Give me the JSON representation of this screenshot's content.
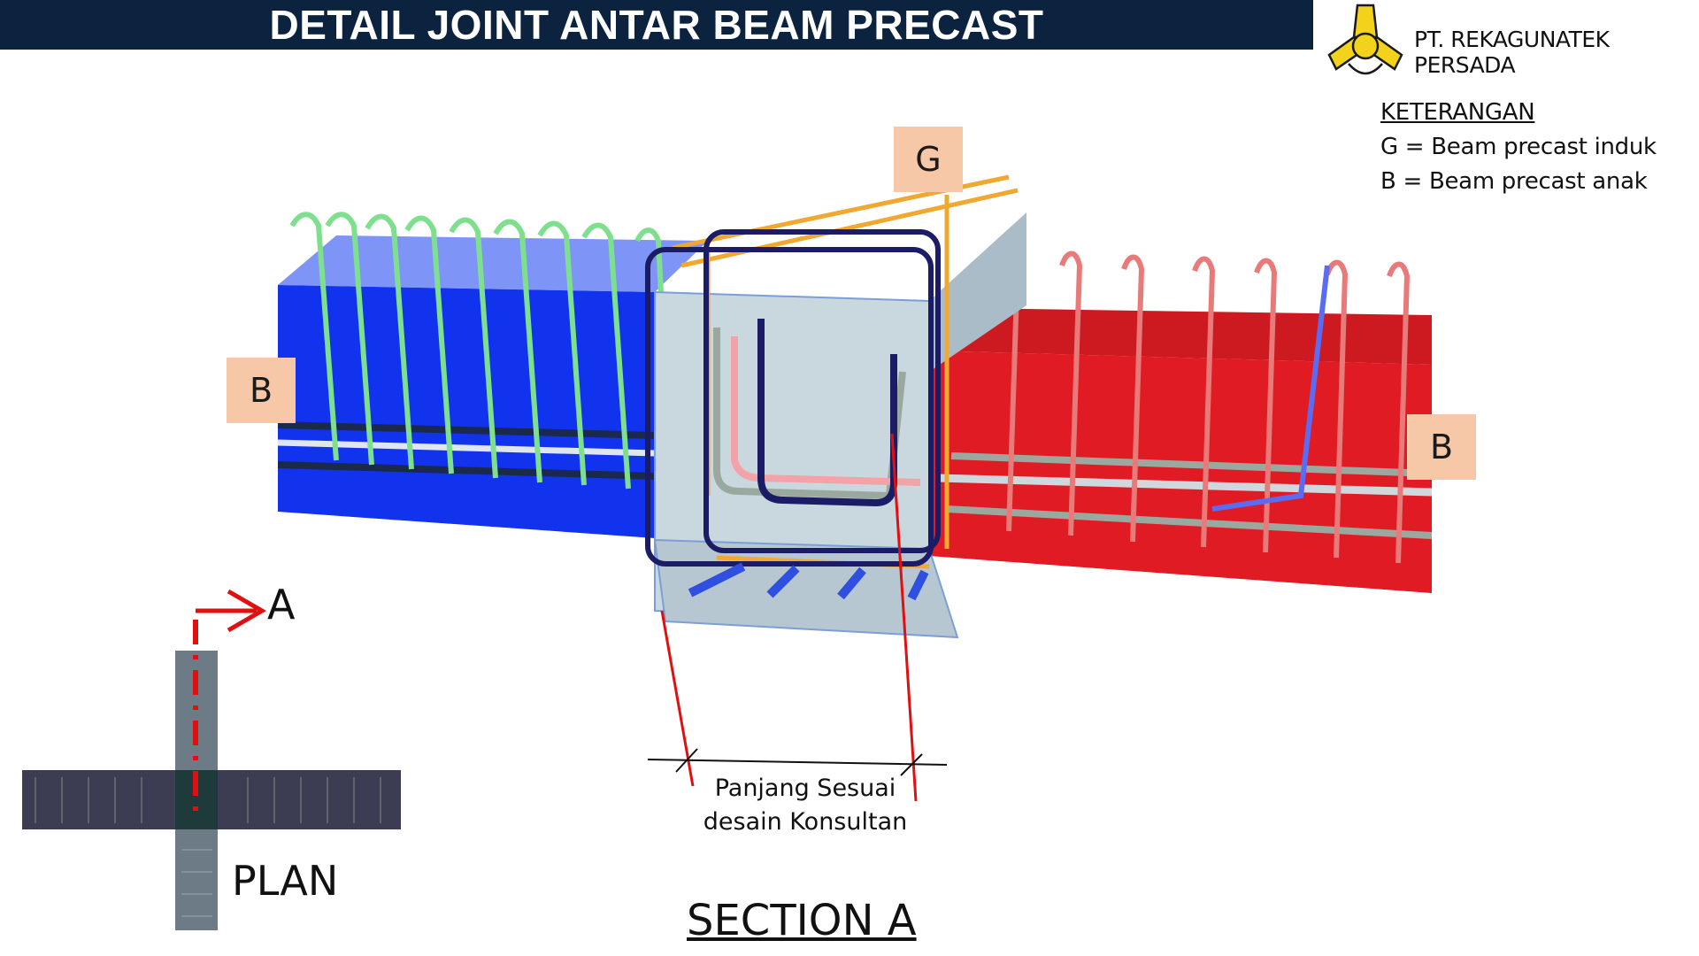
{
  "header": {
    "title": "DETAIL JOINT ANTAR BEAM PRECAST"
  },
  "company": {
    "name": "PT. REKAGUNATEK PERSADA",
    "logo_icon": "trefoil-logo-icon"
  },
  "legend": {
    "title": "KETERANGAN",
    "items": [
      "G = Beam precast induk",
      "B = Beam precast anak"
    ]
  },
  "labels": {
    "girder": "G",
    "beam_left": "B",
    "beam_right": "B",
    "section_marker": "A",
    "plan": "PLAN",
    "section": "SECTION A",
    "dimension_line1": "Panjang Sesuai",
    "dimension_line2": "desain Konsultan"
  },
  "colors": {
    "header": "#0c2340",
    "beam_left": "#1133ee",
    "beam_right": "#e01b24",
    "girder_concrete": "#c9d7df",
    "stirrup_left": "#7ee08f",
    "stirrup_right": "#e87a7a",
    "stirrup_girder": "#f0a830",
    "section_line": "#e01010",
    "tag_bg": "#f6c8a8",
    "logo": "#f2d21b"
  }
}
